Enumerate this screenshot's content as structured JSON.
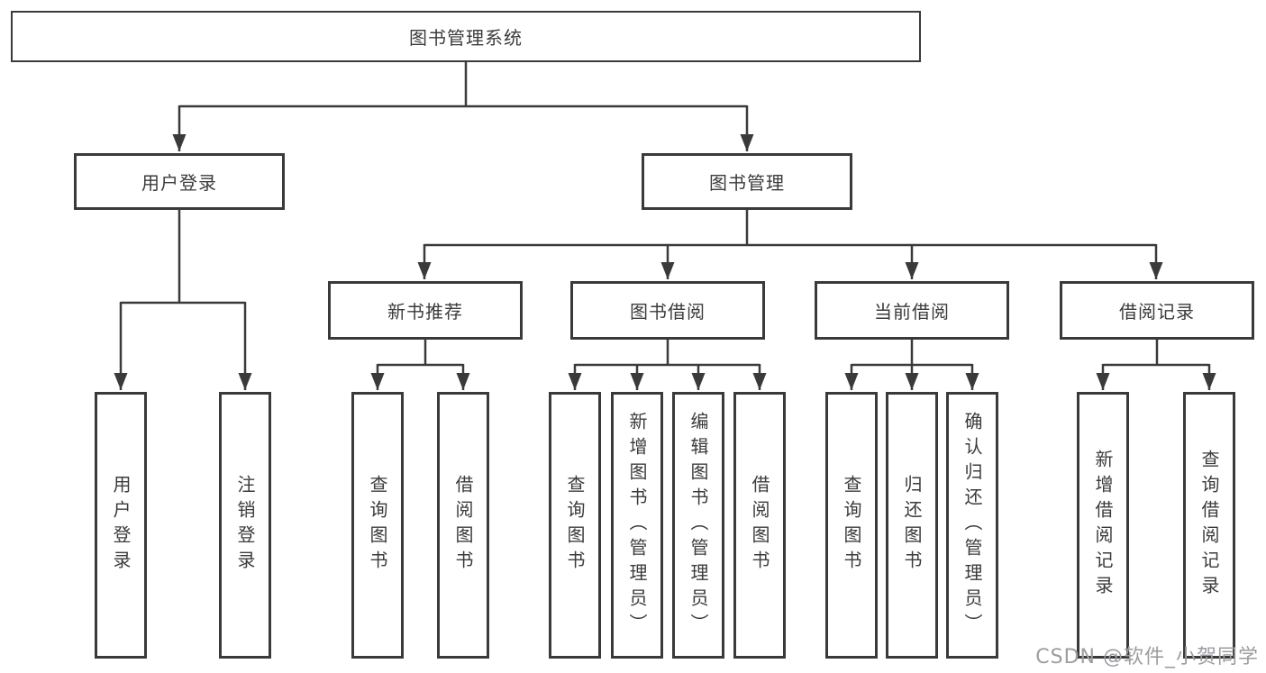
{
  "diagram": {
    "title": "图书管理系统",
    "branches": [
      {
        "label": "用户登录",
        "children": [
          {
            "label": "用户登录"
          },
          {
            "label": "注销登录"
          }
        ]
      },
      {
        "label": "图书管理",
        "children": [
          {
            "label": "新书推荐",
            "children": [
              {
                "label": "查询图书"
              },
              {
                "label": "借阅图书"
              }
            ]
          },
          {
            "label": "图书借阅",
            "children": [
              {
                "label": "查询图书"
              },
              {
                "label": "新增图书（管理员）"
              },
              {
                "label": "编辑图书（管理员）"
              },
              {
                "label": "借阅图书"
              }
            ]
          },
          {
            "label": "当前借阅",
            "children": [
              {
                "label": "查询图书"
              },
              {
                "label": "归还图书"
              },
              {
                "label": "确认归还（管理员）"
              }
            ]
          },
          {
            "label": "借阅记录",
            "children": [
              {
                "label": "新增借阅记录"
              },
              {
                "label": "查询借阅记录"
              }
            ]
          }
        ]
      }
    ],
    "watermark": "CSDN @软件_小贺同学",
    "colors": {
      "line": "#3a3a3a",
      "box_border": "#3a3a3a",
      "text": "#3b3b3b",
      "watermark": "#9c9ca2",
      "background": "#ffffff"
    }
  }
}
